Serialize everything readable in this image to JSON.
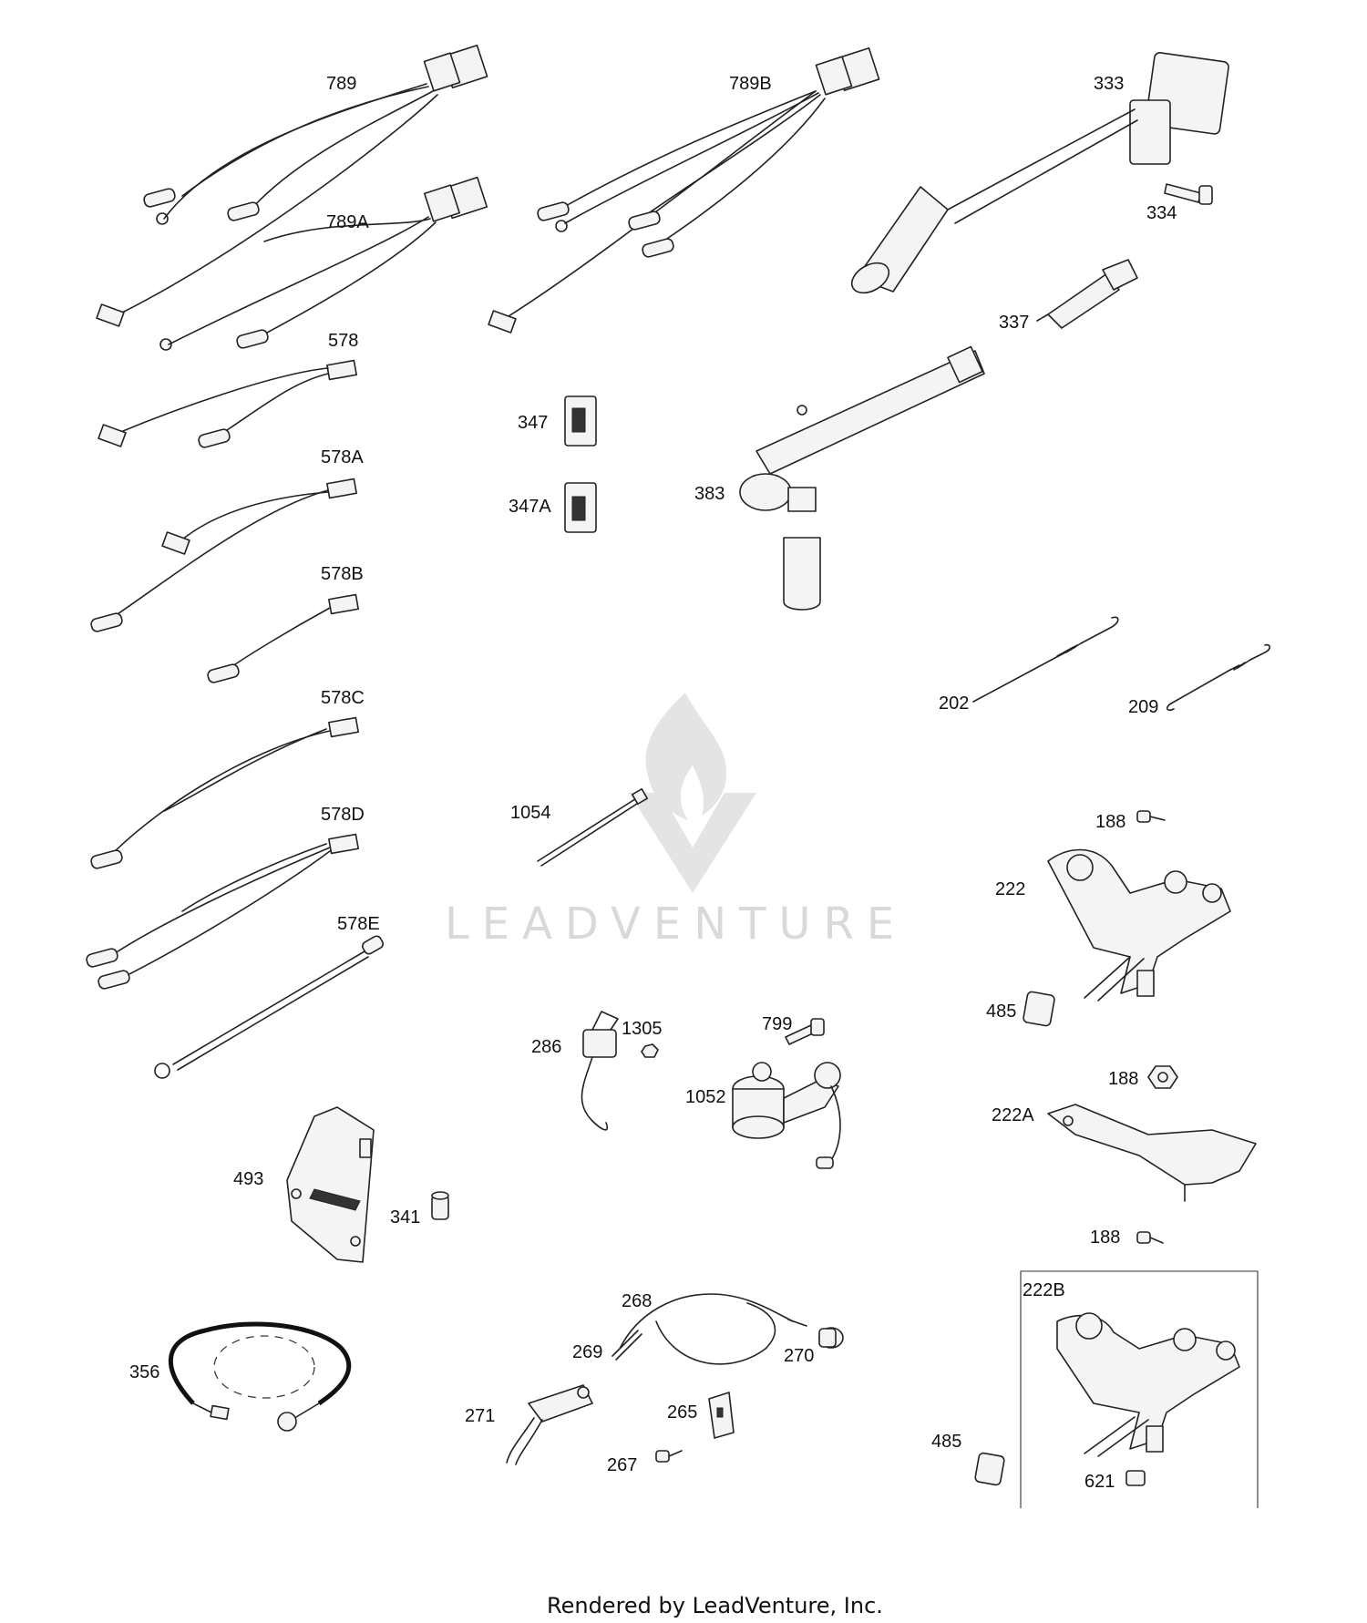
{
  "diagram": {
    "labels": {
      "p789": "789",
      "p789a": "789A",
      "p789b": "789B",
      "p333": "333",
      "p334": "334",
      "p337": "337",
      "p578": "578",
      "p578a": "578A",
      "p578b": "578B",
      "p578c": "578C",
      "p578d": "578D",
      "p578e": "578E",
      "p347": "347",
      "p347a": "347A",
      "p383": "383",
      "p202": "202",
      "p209": "209",
      "p1054": "1054",
      "p188a": "188",
      "p222": "222",
      "p485a": "485",
      "p188b": "188",
      "p222a": "222A",
      "p188c": "188",
      "p222b": "222B",
      "p485b": "485",
      "p621": "621",
      "p286": "286",
      "p1305": "1305",
      "p799": "799",
      "p1052": "1052",
      "p493": "493",
      "p341": "341",
      "p356": "356",
      "p268": "268",
      "p269": "269",
      "p270": "270",
      "p271": "271",
      "p265": "265",
      "p267": "267"
    }
  },
  "watermark": {
    "text": "LEADVENTURE"
  },
  "footer": {
    "text": "Rendered by LeadVenture, Inc."
  }
}
